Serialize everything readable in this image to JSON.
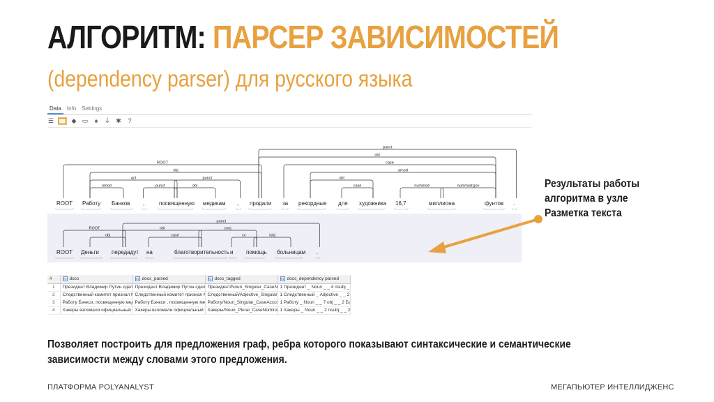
{
  "slide": {
    "title_part1": "АЛГОРИТМ:",
    "title_part2": "ПАРСЕР ЗАВИСИМОСТЕЙ",
    "subtitle_part1": "(dependency parser)",
    "subtitle_part2": "для русского языка",
    "results_lines": [
      "Результаты работы",
      "алгоритма в узле",
      "Разметка текста"
    ],
    "description": "Позволяет построить для предложения граф, ребра которого показывают синтаксические и семантические зависимости между словами этого предложения.",
    "footer_left": "ПЛАТФОРМА POLYANALYST",
    "footer_right": "МЕГАПЬЮТЕР ИНТЕЛЛИДЖЕНС"
  },
  "viewer": {
    "tabs": [
      "Data",
      "Info",
      "Settings"
    ],
    "toolbar_icons": [
      "list-icon",
      "folder-icon",
      "split-icon",
      "tape-icon",
      "tree-icon",
      "filter-icon",
      "settings-icon",
      "help-icon"
    ]
  },
  "parse1": {
    "words": [
      "ROOT",
      "Работу",
      "Банков",
      ",",
      "посвященную",
      "медикам",
      ",",
      "продали",
      "за",
      "рекордные",
      "для",
      "художника",
      "16,7",
      "миллиона",
      "фунтов",
      "."
    ],
    "arcs": [
      {
        "label": "ROOT",
        "from": 0,
        "to": 7
      },
      {
        "label": "obj",
        "from": 1,
        "to": 7
      },
      {
        "label": "acl",
        "from": 1,
        "to": 4
      },
      {
        "label": "nmod",
        "from": 1,
        "to": 2
      },
      {
        "label": "punct",
        "from": 3,
        "to": 4
      },
      {
        "label": "punct",
        "from": 4,
        "to": 6
      },
      {
        "label": "obl",
        "from": 4,
        "to": 5
      },
      {
        "label": "punct",
        "from": 7,
        "to": 15
      },
      {
        "label": "obl",
        "from": 7,
        "to": 14
      },
      {
        "label": "case",
        "from": 8,
        "to": 14
      },
      {
        "label": "amod",
        "from": 9,
        "to": 14
      },
      {
        "label": "obl",
        "from": 9,
        "to": 11
      },
      {
        "label": "case",
        "from": 10,
        "to": 11
      },
      {
        "label": "nummod",
        "from": 12,
        "to": 13
      },
      {
        "label": "nummod:gov",
        "from": 13,
        "to": 14
      }
    ]
  },
  "parse2": {
    "words": [
      "ROOT",
      "Деньги",
      "передадут",
      "на",
      "благотворительность",
      "и",
      "помощь",
      "больницам",
      "."
    ],
    "arcs": [
      {
        "label": "ROOT",
        "from": 0,
        "to": 2
      },
      {
        "label": "obj",
        "from": 1,
        "to": 2
      },
      {
        "label": "punct",
        "from": 2,
        "to": 8
      },
      {
        "label": "obl",
        "from": 2,
        "to": 4
      },
      {
        "label": "case",
        "from": 3,
        "to": 4
      },
      {
        "label": "conj",
        "from": 4,
        "to": 6
      },
      {
        "label": "cc",
        "from": 5,
        "to": 6
      },
      {
        "label": "iobj",
        "from": 6,
        "to": 7
      }
    ]
  },
  "table": {
    "columns": [
      "#",
      "docs",
      "docs_parsed",
      "docs_tagged",
      "docs_dependency parsed"
    ],
    "rows": [
      [
        "1",
        "Президент Владимир Путин сделал",
        "Президент Владимир Путин сделал",
        "Президент/Noun_Singular_CaseNom",
        "1 Президент _ Noun _ _ 4 nsubj _ _"
      ],
      [
        "2",
        "Следственный комитет признал М",
        "Следственный комитет признал М",
        "Следственный/Adjective_Singular_Ca",
        "1 Следственный _ Adjective _ _ 2 a"
      ],
      [
        "3",
        "Работу Бэнкси, посвященную мед",
        "Работу Бэнкси , посвященную мед",
        "Работу/Noun_Singular_CaseAccusati",
        "1 Работу _ Noun _ _ 7 obj _ _ 2 Бэ"
      ],
      [
        "4",
        "Хакеры взломали официальный Т",
        "Хакеры взломали официальный Т",
        "Хакеры/Noun_Plural_CaseNominative",
        "1 Хакеры _ Noun _ _ 2 nsubj _ _ 2"
      ]
    ]
  }
}
